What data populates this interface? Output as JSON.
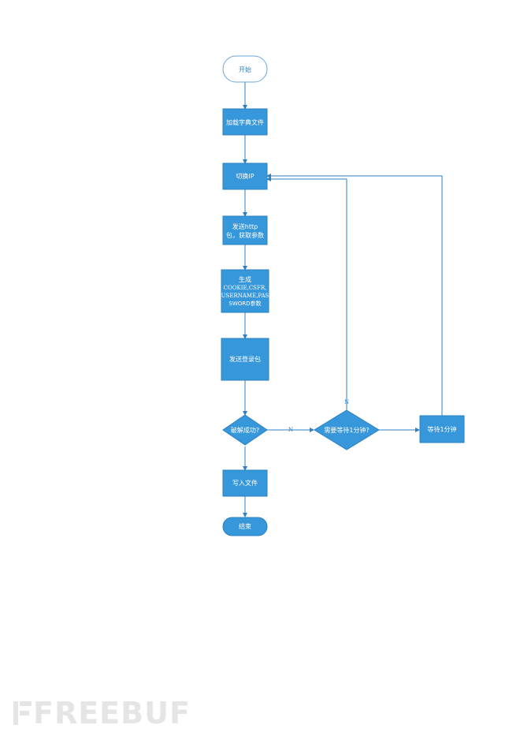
{
  "colors": {
    "box_fill": "#3797db",
    "box_stroke": "#2b80c2",
    "line": "#2f7fc1",
    "start_stroke": "#6aa6d8"
  },
  "nodes": {
    "start": "开始",
    "load_dict": "加载字典文件",
    "switch_ip": "切换IP",
    "send_http": [
      "发送http",
      "包，获取参数"
    ],
    "generate": [
      "生成",
      "COOKIE,CSFR,",
      "USERNAME,PAS",
      "SWORD参数"
    ],
    "send_login": "发送登录包",
    "crack_success": "破解成功?",
    "need_wait": "需要等待1分钟?",
    "wait_1min": "等待1分钟",
    "write_file": "写入文件",
    "end": "结束"
  },
  "edges": {
    "crack_fail_label": "N",
    "no_wait_label": "N"
  },
  "watermark": "FREEBUF"
}
